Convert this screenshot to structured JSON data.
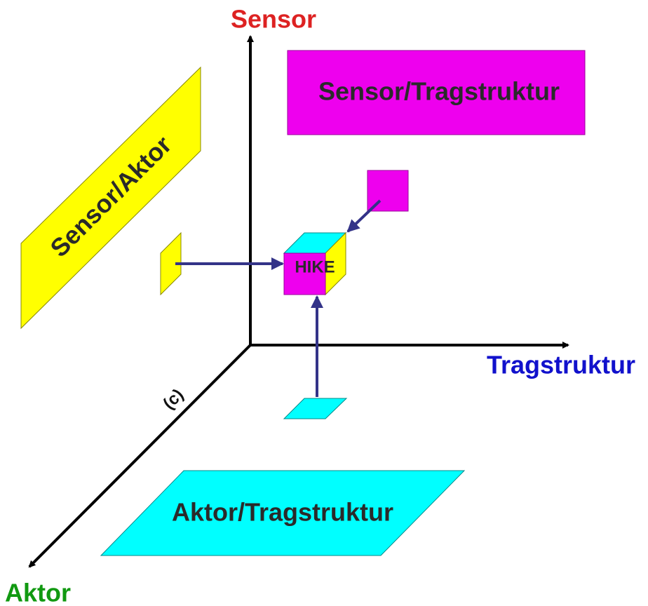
{
  "axes": {
    "sensor": {
      "label": "Sensor",
      "color": "#dd2222"
    },
    "tragstruktur": {
      "label": "Tragstruktur",
      "color": "#1111cc"
    },
    "aktor": {
      "label": "Aktor",
      "color": "#119911"
    }
  },
  "planes": {
    "sensor_tragstruktur": {
      "label": "Sensor/Tragstruktur",
      "color": "#ee00ee"
    },
    "sensor_aktor": {
      "label": "Sensor/Aktor",
      "color": "#ffff00"
    },
    "aktor_tragstruktur": {
      "label": "Aktor/Tragstruktur",
      "color": "#00ffff"
    }
  },
  "center": {
    "label": "HIKE"
  },
  "copyright": {
    "label": "(c)"
  },
  "colors": {
    "axis_line": "#000000",
    "arrow": "#333388",
    "label_text": "#2a2a2a"
  }
}
